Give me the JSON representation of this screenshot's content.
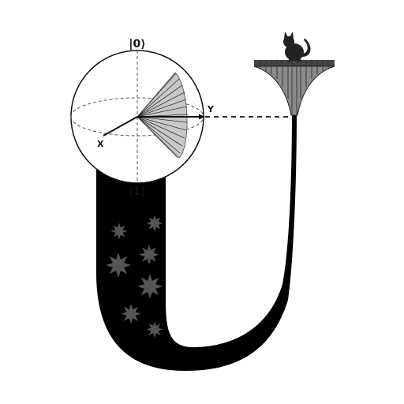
{
  "labels": {
    "ket_zero": "|0⟩",
    "ket_one": "|1⟩",
    "axis_x": "X",
    "axis_y": "Y"
  },
  "icons": {
    "cat": "cat-silhouette-icon",
    "star": "eight-point-star-icon"
  },
  "colors": {
    "ink": "#000000",
    "star": "#555555",
    "horn": "#8a8a8a",
    "cone": "#c8c8c8",
    "sphere": "#ffffff"
  }
}
